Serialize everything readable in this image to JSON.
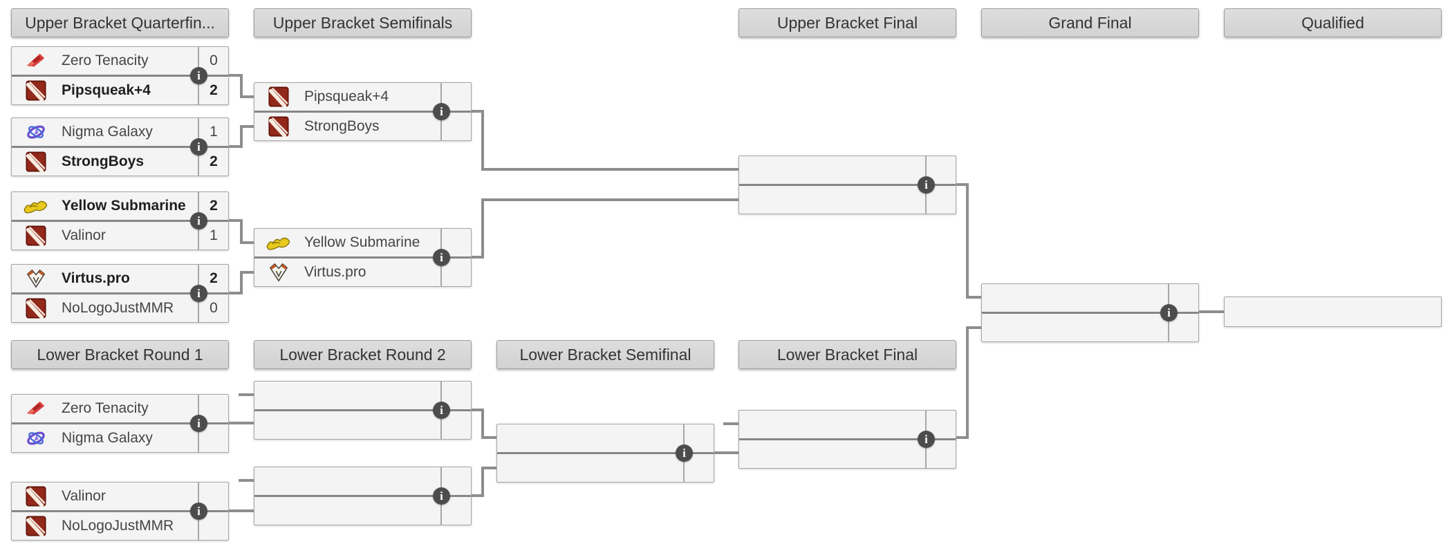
{
  "colors": {
    "connector": "#8d8d8d",
    "header_bg": "#d8d8d8",
    "match_bg": "#f4f4f4",
    "divider": "#868686",
    "info_bg": "#4c4c4c",
    "text": "#454545",
    "winner_text": "#1f1f1f",
    "dota_red": "#93291b",
    "zero_tenacity_red": "#d84040",
    "nigma_purple": "#6c4ecf",
    "yellow_submarine_yellow": "#e8ca1d",
    "virtus_pro_orange": "#c2571f"
  },
  "glyphs": {
    "info": "i"
  },
  "headers": {
    "ub_qf": "Upper Bracket Quarterfin...",
    "ub_sf": "Upper Bracket Semifinals",
    "ub_f": "Upper Bracket Final",
    "gf": "Grand Final",
    "q": "Qualified",
    "lb_r1": "Lower Bracket Round 1",
    "lb_r2": "Lower Bracket Round 2",
    "lb_sf": "Lower Bracket Semifinal",
    "lb_f": "Lower Bracket Final"
  },
  "matches": {
    "ubqf1": {
      "top": {
        "team": "Zero Tenacity",
        "score": "0",
        "winner": false
      },
      "bottom": {
        "team": "Pipsqueak+4",
        "score": "2",
        "winner": true
      }
    },
    "ubqf2": {
      "top": {
        "team": "Nigma Galaxy",
        "score": "1",
        "winner": false
      },
      "bottom": {
        "team": "StrongBoys",
        "score": "2",
        "winner": true
      }
    },
    "ubqf3": {
      "top": {
        "team": "Yellow Submarine",
        "score": "2",
        "winner": true
      },
      "bottom": {
        "team": "Valinor",
        "score": "1",
        "winner": false
      }
    },
    "ubqf4": {
      "top": {
        "team": "Virtus.pro",
        "score": "2",
        "winner": true
      },
      "bottom": {
        "team": "NoLogoJustMMR",
        "score": "0",
        "winner": false
      }
    },
    "ubsf1": {
      "top": {
        "team": "Pipsqueak+4",
        "score": ""
      },
      "bottom": {
        "team": "StrongBoys",
        "score": ""
      }
    },
    "ubsf2": {
      "top": {
        "team": "Yellow Submarine",
        "score": ""
      },
      "bottom": {
        "team": "Virtus.pro",
        "score": ""
      }
    },
    "ubf": {
      "top": {
        "team": "",
        "score": ""
      },
      "bottom": {
        "team": "",
        "score": ""
      }
    },
    "gf": {
      "top": {
        "team": "",
        "score": ""
      },
      "bottom": {
        "team": "",
        "score": ""
      }
    },
    "qualified": {
      "team": ""
    },
    "lbr1a": {
      "top": {
        "team": "Zero Tenacity",
        "score": ""
      },
      "bottom": {
        "team": "Nigma Galaxy",
        "score": ""
      }
    },
    "lbr1b": {
      "top": {
        "team": "Valinor",
        "score": ""
      },
      "bottom": {
        "team": "NoLogoJustMMR",
        "score": ""
      }
    },
    "lbr2a": {
      "top": {
        "team": "",
        "score": ""
      },
      "bottom": {
        "team": "",
        "score": ""
      }
    },
    "lbr2b": {
      "top": {
        "team": "",
        "score": ""
      },
      "bottom": {
        "team": "",
        "score": ""
      }
    },
    "lbsf": {
      "top": {
        "team": "",
        "score": ""
      },
      "bottom": {
        "team": "",
        "score": ""
      }
    },
    "lbf": {
      "top": {
        "team": "",
        "score": ""
      },
      "bottom": {
        "team": "",
        "score": ""
      }
    }
  }
}
